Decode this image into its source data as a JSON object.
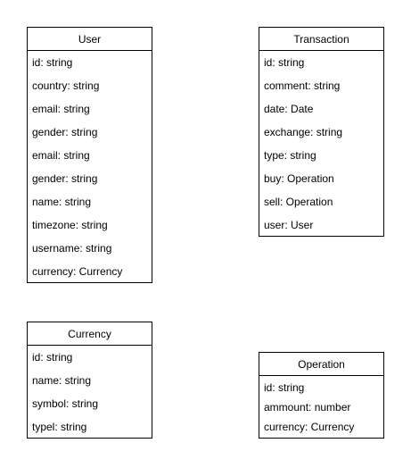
{
  "entities": {
    "user": {
      "name": "User",
      "fields": [
        "id: string",
        "country: string",
        "email: string",
        "gender: string",
        "email: string",
        "gender: string",
        "name: string",
        "timezone: string",
        "username: string",
        "currency: Currency"
      ]
    },
    "transaction": {
      "name": "Transaction",
      "fields": [
        "id: string",
        "comment: string",
        "date: Date",
        "exchange: string",
        "type: string",
        "buy: Operation",
        "sell: Operation",
        "user: User"
      ]
    },
    "currency": {
      "name": "Currency",
      "fields": [
        "id: string",
        "name: string",
        "symbol: string",
        "typel: string"
      ]
    },
    "operation": {
      "name": "Operation",
      "fields": [
        "id: string",
        "ammount: number",
        "currency: Currency"
      ]
    }
  },
  "colors": {
    "border": "#000000",
    "background": "#ffffff",
    "text": "#000000"
  }
}
